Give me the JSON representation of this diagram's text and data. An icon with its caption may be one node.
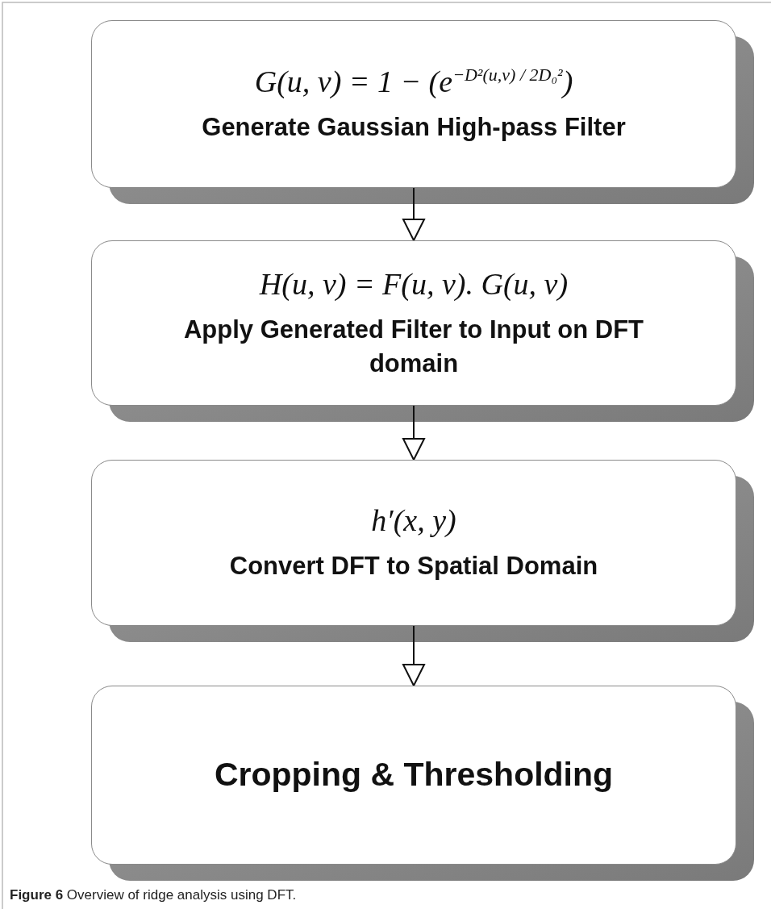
{
  "diagram": {
    "caption": "**Figure 6** Overview of ridge analysis using DFT.",
    "nodes": [
      {
        "text": [
          "G(u, v) = 1 − (e$^{−D²(u,v) / 2D₀²}$)",
          "Generate Gaussian High-pass Filter"
        ]
      },
      {
        "text": [
          "H(u, v) = F(u, v). G(u, v)",
          "Apply Generated Filter to Input on DFT domain"
        ]
      },
      {
        "text": [
          "h′(x, y)",
          "Convert DFT to Spatial Domain"
        ]
      },
      {
        "text": [
          "Cropping & Thresholding"
        ]
      }
    ],
    "edges": [
      {
        "from": 0,
        "to": 1,
        "arrow": "to"
      },
      {
        "from": 1,
        "to": 2,
        "arrow": "to"
      },
      {
        "from": 2,
        "to": 3,
        "arrow": "to"
      }
    ]
  }
}
